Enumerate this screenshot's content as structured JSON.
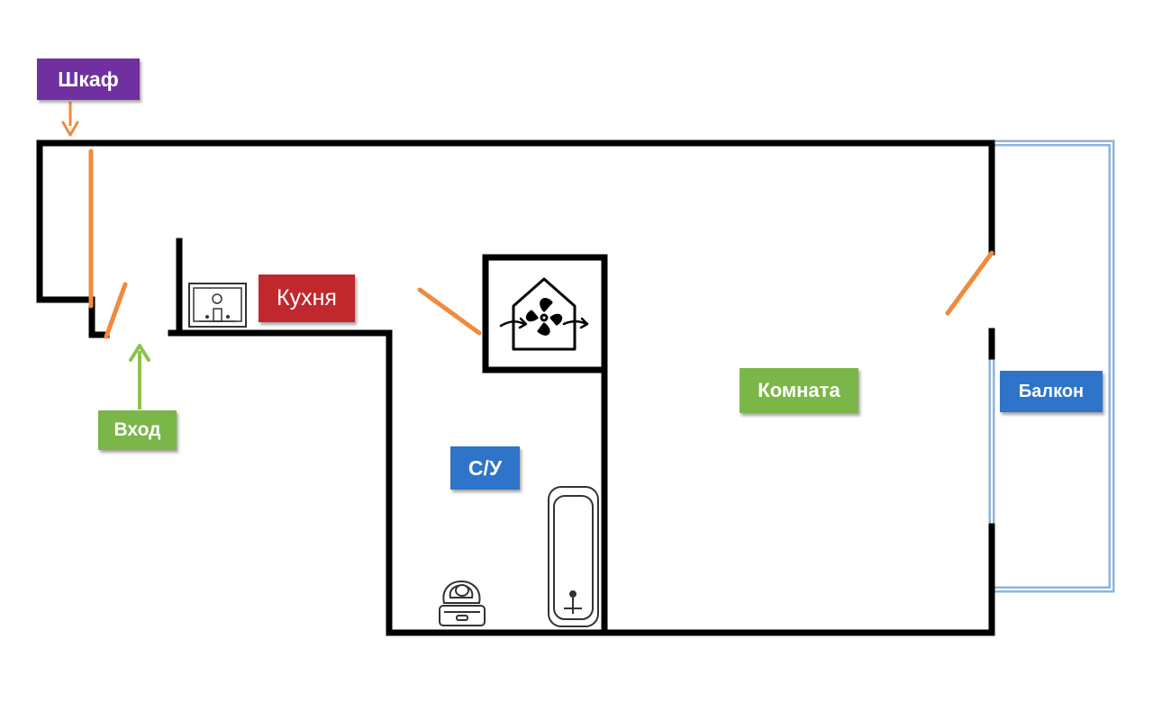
{
  "labels": {
    "shkaf": "Шкаф",
    "kuhnya": "Кухня",
    "vhod": "Вход",
    "su": "С/У",
    "komnata": "Комната",
    "balkon": "Балкон"
  },
  "colors": {
    "wall": "#000000",
    "door": "#f08a3c",
    "entrance_arrow": "#8bc34a",
    "balcony_frame": "#8fb4d8",
    "shkaf_label": "#7030a0",
    "kuhnya_label": "#c0282e",
    "vhod_label": "#7ab648",
    "su_label": "#2e74c8",
    "komnata_label": "#7ab648",
    "balkon_label": "#2e74c8"
  },
  "icons": [
    "ventilation-fan-icon",
    "kitchen-stove-icon",
    "toilet-icon",
    "bathtub-icon"
  ]
}
